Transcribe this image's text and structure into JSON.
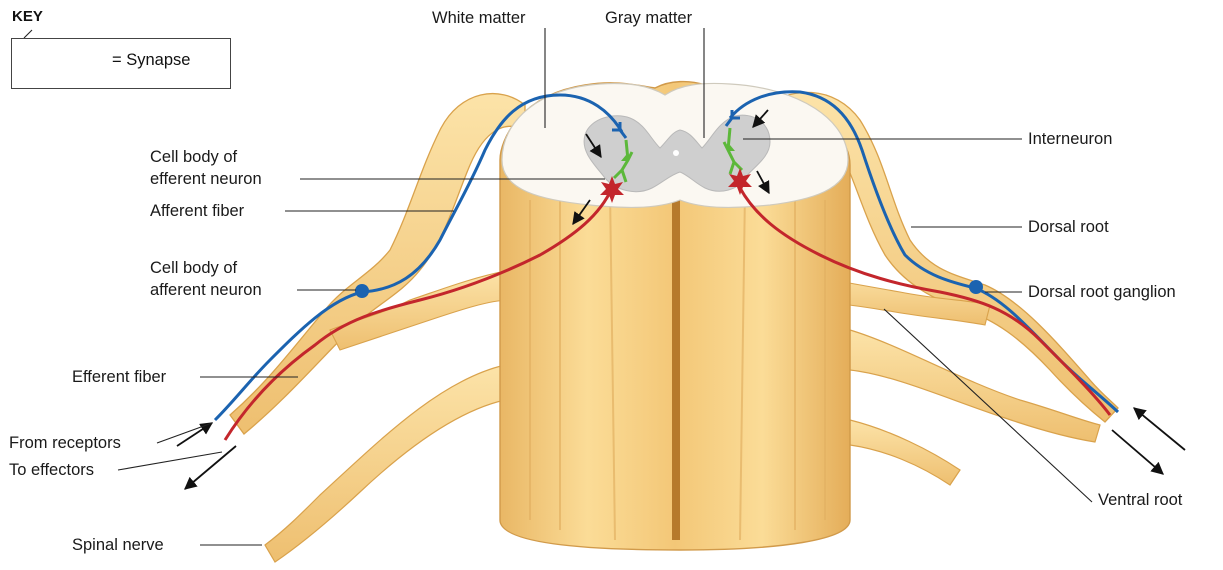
{
  "key": {
    "title": "KEY",
    "synapse_label": "= Synapse",
    "synapse_icon": "synapse-symbol-icon"
  },
  "labels": {
    "white_matter": "White matter",
    "gray_matter": "Gray matter",
    "interneuron": "Interneuron",
    "cell_body_efferent_1": "Cell body of",
    "cell_body_efferent_2": "efferent neuron",
    "afferent_fiber": "Afferent fiber",
    "dorsal_root": "Dorsal root",
    "cell_body_afferent_1": "Cell body of",
    "cell_body_afferent_2": "afferent neuron",
    "dorsal_root_ganglion": "Dorsal root ganglion",
    "efferent_fiber": "Efferent fiber",
    "from_receptors": "From receptors",
    "to_effectors": "To effectors",
    "ventral_root": "Ventral root",
    "spinal_nerve": "Spinal nerve"
  },
  "colors": {
    "nerve_tissue": "#f7d58a",
    "nerve_shadow": "#e0ae55",
    "white_matter": "#fbf8f2",
    "gray_matter": "#cfcfcf",
    "afferent_neuron": "#1b63b0",
    "efferent_neuron": "#c3262c",
    "interneuron": "#5cb83a",
    "synapse": "#c3262c"
  }
}
